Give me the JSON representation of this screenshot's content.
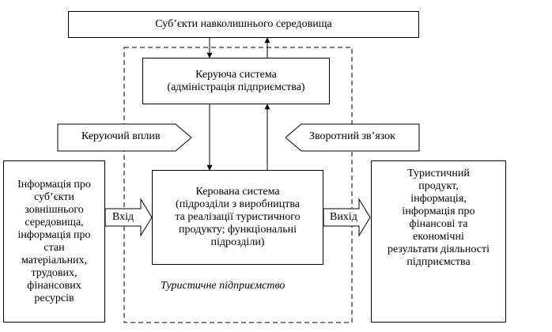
{
  "environment": {
    "label": "Суб’єкти навколишнього середовища"
  },
  "managing_system": {
    "lines": [
      "Керуюча система",
      "(адміністрація підприємства)"
    ]
  },
  "control_signal": {
    "label": "Керуючий вплив"
  },
  "feedback_signal": {
    "label": "Зворотний зв’язок"
  },
  "input_info": {
    "lines": [
      "Інформація про",
      "суб’єкти",
      "зовнішнього",
      "середовища,",
      "інформація про",
      "стан",
      "матеріальних,",
      "трудових,",
      "фінансових",
      "ресурсів"
    ]
  },
  "managed_system": {
    "lines": [
      "Керована система",
      "(підрозділи з виробництва",
      "та реалізації туристичного",
      "продукту; функціональні",
      "підрозділи)"
    ]
  },
  "output_info": {
    "lines": [
      "Туристичний",
      "продукт,",
      "інформація,",
      "інформація про",
      "фінансові та",
      "економічні",
      "результати діяльності",
      "підприємства"
    ]
  },
  "input_arrow": {
    "label": "Вхід"
  },
  "output_arrow": {
    "label": "Вихід"
  },
  "enterprise": {
    "label": "Туристичне підприємство"
  }
}
